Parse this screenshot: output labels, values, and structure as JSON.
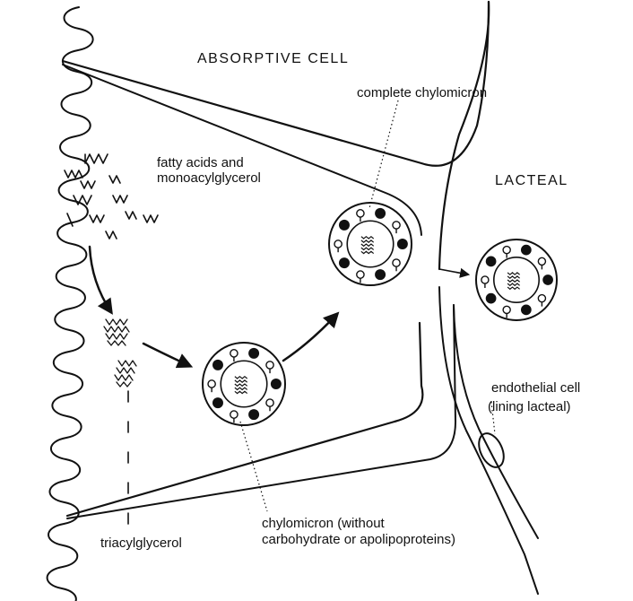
{
  "labels": {
    "title": "ABSORPTIVE CELL",
    "lacteal": "LACTEAL",
    "complete_chylomicron": "complete chylomicron",
    "fatty_acids_line1": "fatty acids and",
    "fatty_acids_line2": "monoacylglycerol",
    "endothelial_line1": "endothelial cell",
    "endothelial_line2": "(lining lacteal)",
    "chylomicron_line1": "chylomicron (without",
    "chylomicron_line2": "carbohydrate or apolipoproteins)",
    "triacylglycerol": "triacylglycerol"
  }
}
